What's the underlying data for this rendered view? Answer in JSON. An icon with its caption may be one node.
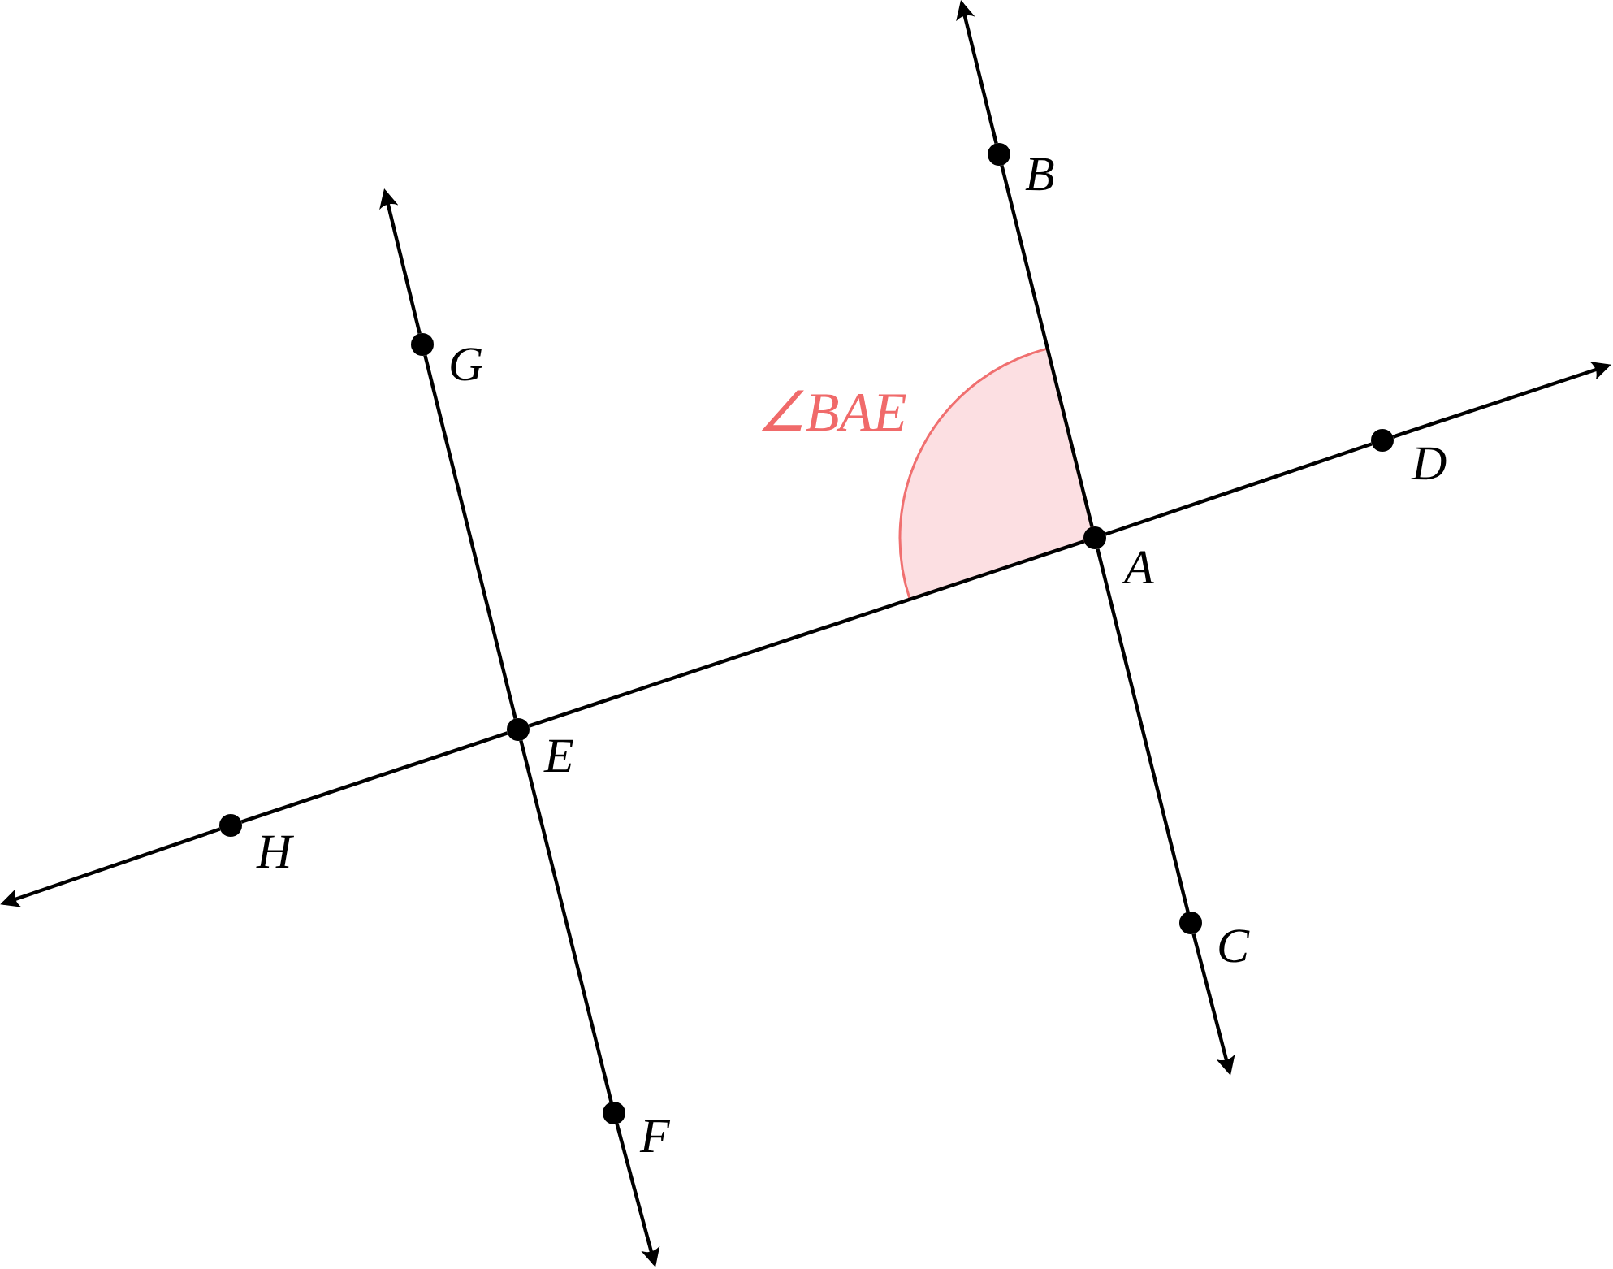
{
  "diagram": {
    "nodes": [
      {
        "text": [
          "B"
        ]
      },
      {
        "text": [
          "G"
        ]
      },
      {
        "text": [
          "D"
        ]
      },
      {
        "text": [
          "A"
        ]
      },
      {
        "text": [
          "E"
        ]
      },
      {
        "text": [
          "H"
        ]
      },
      {
        "text": [
          "C"
        ]
      },
      {
        "text": [
          "F"
        ]
      },
      {
        "text": [],
        "shape": "sector",
        "beside": [
          "∠BAE"
        ]
      }
    ],
    "edges": [
      {
        "from": 0,
        "to": null,
        "arrow": "to"
      },
      {
        "from": 0,
        "to": 3,
        "arrow": "none"
      },
      {
        "from": 3,
        "to": 6,
        "arrow": "none"
      },
      {
        "from": 6,
        "to": null,
        "arrow": "to"
      },
      {
        "from": 2,
        "to": null,
        "arrow": "to"
      },
      {
        "from": 3,
        "to": 2,
        "arrow": "none"
      },
      {
        "from": 4,
        "to": 3,
        "arrow": "none"
      },
      {
        "from": 5,
        "to": 4,
        "arrow": "none"
      },
      {
        "from": 5,
        "to": null,
        "arrow": "to"
      },
      {
        "from": 1,
        "to": null,
        "arrow": "to"
      },
      {
        "from": 1,
        "to": 4,
        "arrow": "none"
      },
      {
        "from": 4,
        "to": 7,
        "arrow": "none"
      },
      {
        "from": 7,
        "to": null,
        "arrow": "to"
      }
    ]
  }
}
